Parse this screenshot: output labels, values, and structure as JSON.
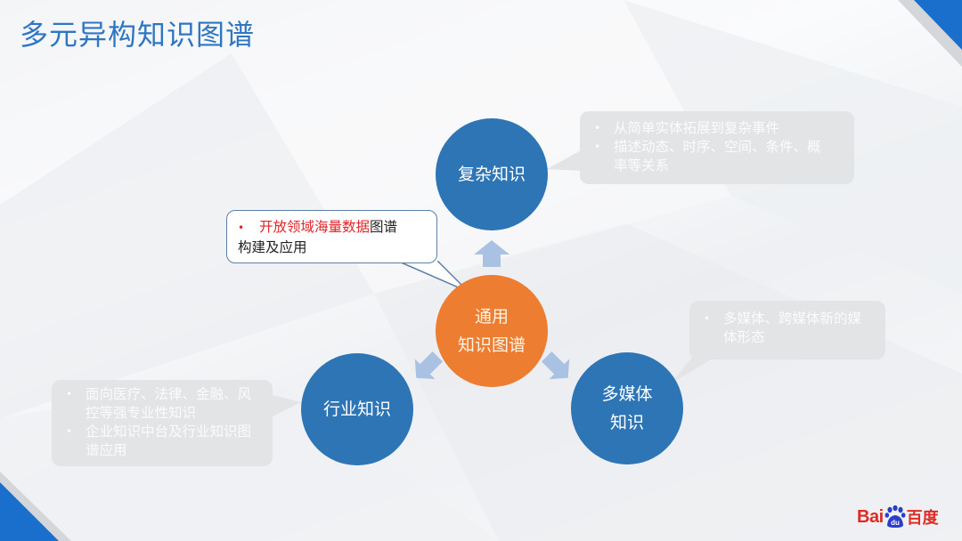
{
  "slide": {
    "title": "多元异构知识图谱",
    "accent_color": "#2f76c2",
    "corner_color": "#1a6fcb"
  },
  "center_node": {
    "label": "通用\n知识图谱",
    "color": "#ed7d31"
  },
  "nodes": [
    {
      "id": "complex",
      "label": "复杂知识",
      "color": "#2e75b6"
    },
    {
      "id": "industry",
      "label": "行业知识",
      "color": "#2e75b6"
    },
    {
      "id": "multimedia",
      "label": "多媒体\n知识",
      "color": "#2e75b6"
    }
  ],
  "callouts": {
    "general": {
      "highlight": "开放领域海量数据",
      "rest_line1": "图谱",
      "line2": "构建及应用"
    },
    "complex": {
      "items": [
        "从简单实体拓展到复杂事件",
        "描述动态、时序、空间、条件、概率等关系"
      ]
    },
    "multimedia": {
      "items": [
        "多媒体、跨媒体新的媒体形态"
      ]
    },
    "industry": {
      "items": [
        "面向医疗、法律、金融、风控等强专业性知识",
        "企业知识中台及行业知识图谱应用"
      ]
    }
  },
  "logo": {
    "latin": "Bai",
    "paw_text": "du",
    "chinese": "百度"
  }
}
